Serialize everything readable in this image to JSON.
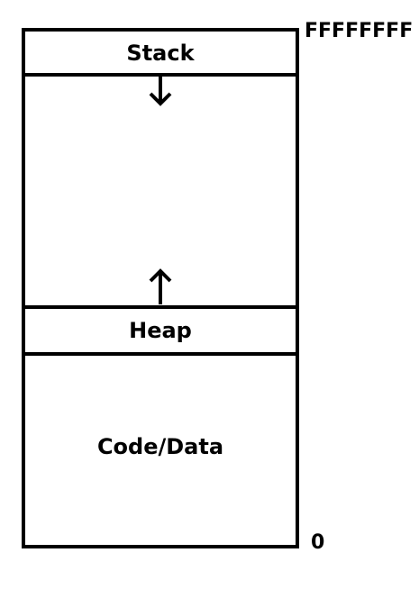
{
  "segments": {
    "stack": "Stack",
    "heap": "Heap",
    "code_data": "Code/Data"
  },
  "addresses": {
    "top": "FFFFFFFF",
    "bottom": "0"
  },
  "colors": {
    "line": "#000000",
    "background": "#ffffff"
  }
}
